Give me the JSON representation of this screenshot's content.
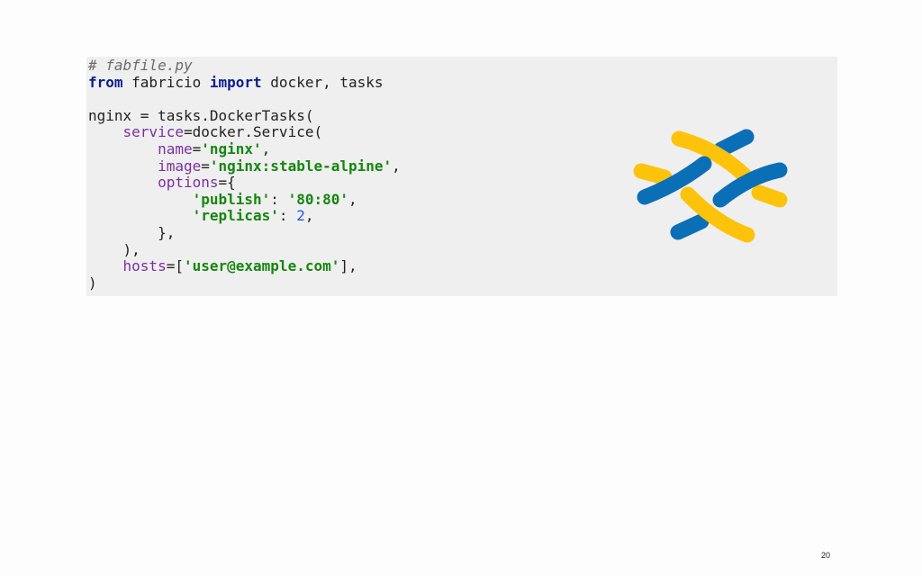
{
  "code": {
    "lines": [
      [
        {
          "t": "# fabfile.py",
          "c": "c"
        }
      ],
      [
        {
          "t": "from",
          "c": "k"
        },
        {
          "t": " fabricio "
        },
        {
          "t": "import",
          "c": "k"
        },
        {
          "t": " docker, tasks"
        }
      ],
      [],
      [
        {
          "t": "nginx = tasks.DockerTasks("
        }
      ],
      [
        {
          "t": "    "
        },
        {
          "t": "service",
          "c": "v"
        },
        {
          "t": "=docker.Service("
        }
      ],
      [
        {
          "t": "        "
        },
        {
          "t": "name",
          "c": "v"
        },
        {
          "t": "="
        },
        {
          "t": "'nginx'",
          "c": "s"
        },
        {
          "t": ","
        }
      ],
      [
        {
          "t": "        "
        },
        {
          "t": "image",
          "c": "v"
        },
        {
          "t": "="
        },
        {
          "t": "'nginx:stable-alpine'",
          "c": "s"
        },
        {
          "t": ","
        }
      ],
      [
        {
          "t": "        "
        },
        {
          "t": "options",
          "c": "v"
        },
        {
          "t": "={"
        }
      ],
      [
        {
          "t": "            "
        },
        {
          "t": "'publish'",
          "c": "s"
        },
        {
          "t": ": "
        },
        {
          "t": "'80:80'",
          "c": "s"
        },
        {
          "t": ","
        }
      ],
      [
        {
          "t": "            "
        },
        {
          "t": "'replicas'",
          "c": "s"
        },
        {
          "t": ": "
        },
        {
          "t": "2",
          "c": "n"
        },
        {
          "t": ","
        }
      ],
      [
        {
          "t": "        },"
        }
      ],
      [
        {
          "t": "    ),"
        }
      ],
      [
        {
          "t": "    "
        },
        {
          "t": "hosts",
          "c": "v"
        },
        {
          "t": "=["
        },
        {
          "t": "'user@example.com'",
          "c": "s"
        },
        {
          "t": "],"
        }
      ],
      [
        {
          "t": ")"
        }
      ]
    ]
  },
  "logo": {
    "name": "fabricio-logo-icon",
    "colors": {
      "blue": "#0a6fb7",
      "yellow": "#fcc30a"
    }
  },
  "page_number": "20"
}
